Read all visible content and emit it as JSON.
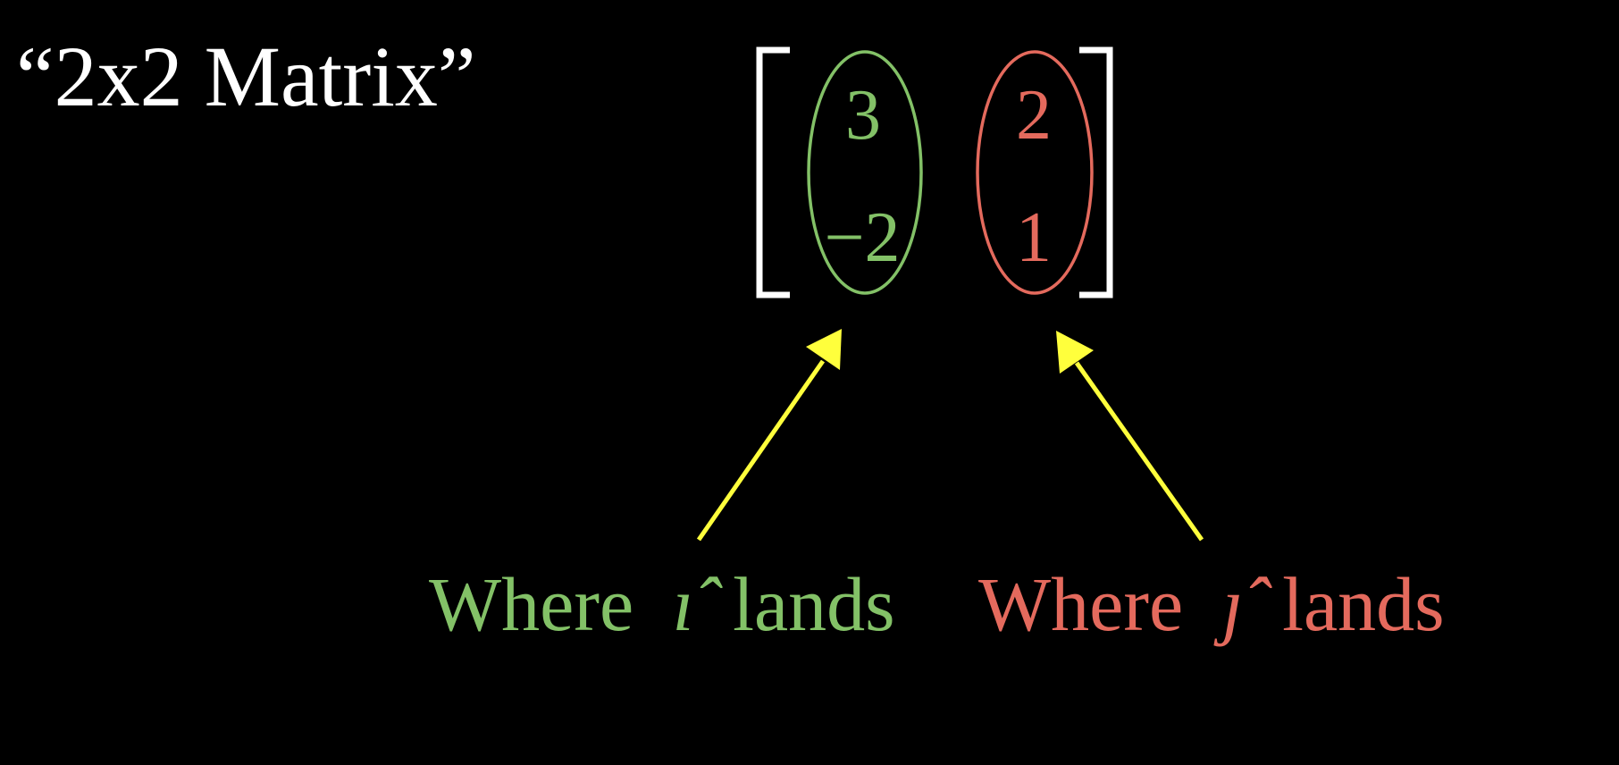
{
  "title": "“2x2 Matrix”",
  "colors": {
    "background": "#000000",
    "white": "#ffffff",
    "i_hat": "#83c167",
    "j_hat": "#e46a5d",
    "arrow": "#ffff3c"
  },
  "matrix": {
    "col1": [
      "3",
      "−2"
    ],
    "col2": [
      "2",
      "1"
    ]
  },
  "captions": {
    "i_where": "Where",
    "i_symbol": "ı̂",
    "i_lands": "lands",
    "j_where": "Where",
    "j_symbol": "ȷ̂",
    "j_lands": "lands"
  }
}
